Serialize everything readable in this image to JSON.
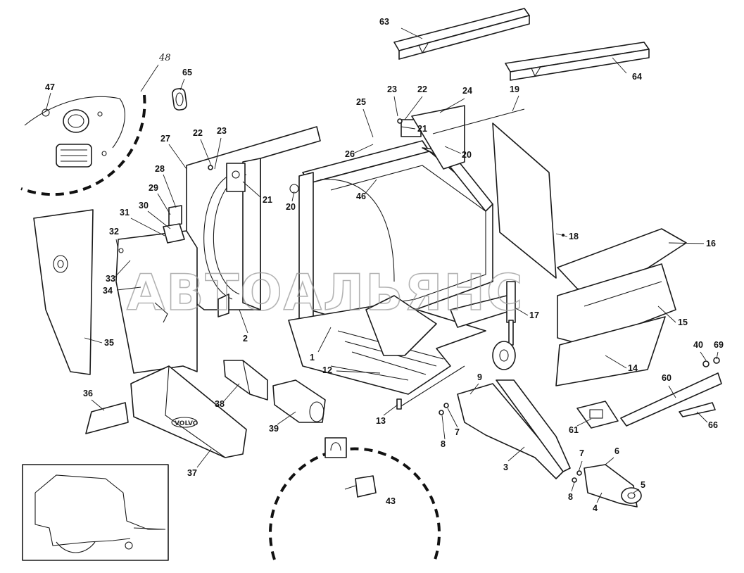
{
  "diagram": {
    "watermark": "АВТОАЛЬЯНС",
    "brand_mark": "VOLVO",
    "callout_group_label": "48",
    "labels": [
      {
        "id": "1",
        "text": "1"
      },
      {
        "id": "2",
        "text": "2"
      },
      {
        "id": "3",
        "text": "3"
      },
      {
        "id": "4",
        "text": "4"
      },
      {
        "id": "5",
        "text": "5"
      },
      {
        "id": "6",
        "text": "6"
      },
      {
        "id": "7a",
        "text": "7"
      },
      {
        "id": "7b",
        "text": "7"
      },
      {
        "id": "8a",
        "text": "8"
      },
      {
        "id": "8b",
        "text": "8"
      },
      {
        "id": "9",
        "text": "9"
      },
      {
        "id": "12",
        "text": "12"
      },
      {
        "id": "13",
        "text": "13"
      },
      {
        "id": "14",
        "text": "14"
      },
      {
        "id": "15",
        "text": "15"
      },
      {
        "id": "16",
        "text": "16"
      },
      {
        "id": "17",
        "text": "17"
      },
      {
        "id": "18",
        "text": "18"
      },
      {
        "id": "19",
        "text": "19"
      },
      {
        "id": "20a",
        "text": "20"
      },
      {
        "id": "20b",
        "text": "20"
      },
      {
        "id": "21a",
        "text": "21"
      },
      {
        "id": "21b",
        "text": "21"
      },
      {
        "id": "22a",
        "text": "22"
      },
      {
        "id": "22b",
        "text": "22"
      },
      {
        "id": "23a",
        "text": "23"
      },
      {
        "id": "23b",
        "text": "23"
      },
      {
        "id": "24",
        "text": "24"
      },
      {
        "id": "25",
        "text": "25"
      },
      {
        "id": "26",
        "text": "26"
      },
      {
        "id": "27",
        "text": "27"
      },
      {
        "id": "28",
        "text": "28"
      },
      {
        "id": "29",
        "text": "29"
      },
      {
        "id": "30",
        "text": "30"
      },
      {
        "id": "31",
        "text": "31"
      },
      {
        "id": "32",
        "text": "32"
      },
      {
        "id": "33",
        "text": "33"
      },
      {
        "id": "34",
        "text": "34"
      },
      {
        "id": "35",
        "text": "35"
      },
      {
        "id": "36",
        "text": "36"
      },
      {
        "id": "37",
        "text": "37"
      },
      {
        "id": "38",
        "text": "38"
      },
      {
        "id": "39",
        "text": "39"
      },
      {
        "id": "40",
        "text": "40"
      },
      {
        "id": "43",
        "text": "43"
      },
      {
        "id": "46",
        "text": "46"
      },
      {
        "id": "47",
        "text": "47"
      },
      {
        "id": "60",
        "text": "60"
      },
      {
        "id": "61",
        "text": "61"
      },
      {
        "id": "63",
        "text": "63"
      },
      {
        "id": "64",
        "text": "64"
      },
      {
        "id": "65",
        "text": "65"
      },
      {
        "id": "66",
        "text": "66"
      },
      {
        "id": "69",
        "text": "69"
      }
    ]
  }
}
